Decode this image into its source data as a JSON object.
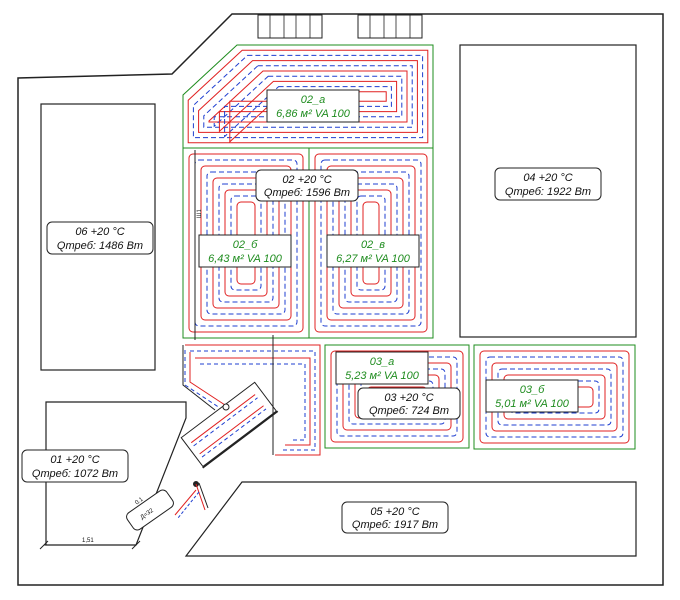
{
  "colors": {
    "wall": "#222222",
    "zone_border": "#1e8c1e",
    "supply_pipe": "#e02020",
    "return_pipe": "#1f3fd0",
    "label_text": "#111111",
    "zone_text": "#1e8c1e"
  },
  "rooms": [
    {
      "id": "01",
      "line1": "01  +20 °C",
      "line2": "Qтреб: 1072 Вт"
    },
    {
      "id": "02",
      "line1": "02  +20 °C",
      "line2": "Qтреб: 1596 Вт"
    },
    {
      "id": "03",
      "line1": "03  +20 °C",
      "line2": "Qтреб: 724 Вт"
    },
    {
      "id": "04",
      "line1": "04  +20 °C",
      "line2": "Qтреб: 1922 Вт"
    },
    {
      "id": "05",
      "line1": "05  +20 °C",
      "line2": "Qтреб: 1917 Вт"
    },
    {
      "id": "06",
      "line1": "06  +20 °C",
      "line2": "Qтреб: 1486 Вт"
    }
  ],
  "zones": [
    {
      "id": "02_a",
      "name": "02_а",
      "spec": "6,86 м²  VA 100"
    },
    {
      "id": "02_b",
      "name": "02_б",
      "spec": "6,43 м²  VA 100"
    },
    {
      "id": "02_v",
      "name": "02_в",
      "spec": "6,27 м²  VA 100"
    },
    {
      "id": "03_a",
      "name": "03_а",
      "spec": "5,23 м²  VA 100"
    },
    {
      "id": "03_b",
      "name": "03_б",
      "spec": "5,01 м²  VA 100"
    }
  ],
  "dimension": {
    "value": "1,51"
  },
  "manifold": {
    "label": "0.1",
    "text": "Д=32"
  },
  "pipe_tag": {
    "text": "Ш1"
  }
}
